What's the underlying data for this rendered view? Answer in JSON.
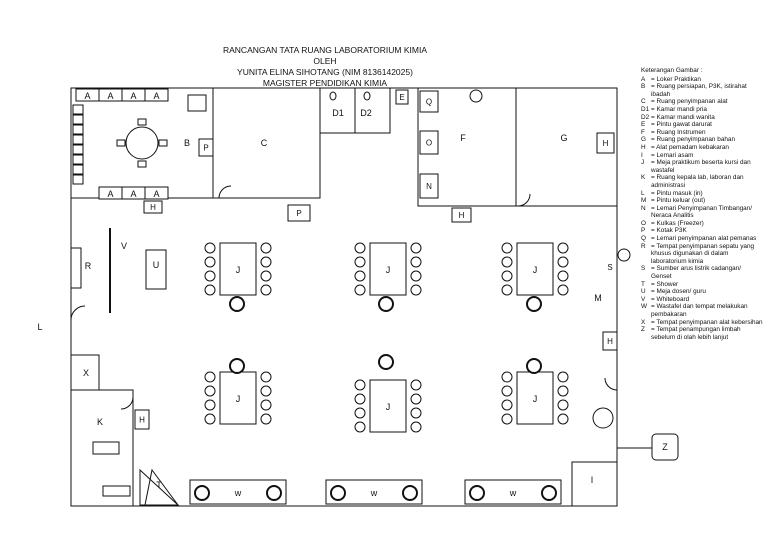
{
  "title": {
    "line1": "RANCANGAN TATA RUANG LABORATORIUM KIMIA",
    "line2": "OLEH",
    "line3": "YUNITA ELINA SIHOTANG (NIM 8136142025)",
    "line4": "MAGISTER PENDIDIKAN KIMIA"
  },
  "legend": {
    "heading": "Keterangan Gambar   :",
    "items": [
      {
        "key": "A",
        "text": "= Loker Praktikan"
      },
      {
        "key": "B",
        "text": "= Ruang persiapan, P3K, istirahat ibadah"
      },
      {
        "key": "C",
        "text": "= Ruang penyimpanan alat"
      },
      {
        "key": "D1",
        "text": "= Kamar mandi pria"
      },
      {
        "key": "D2",
        "text": "= Kamar mandi wanita"
      },
      {
        "key": "E",
        "text": "= Pintu gawat darurat"
      },
      {
        "key": "F",
        "text": "= Ruang Instrumen"
      },
      {
        "key": "G",
        "text": "= Ruang penyimpanan bahan"
      },
      {
        "key": "H",
        "text": "= Alat pemadam kebakaran"
      },
      {
        "key": "I",
        "text": "= Lemari asam"
      },
      {
        "key": "J",
        "text": "= Meja praktikum beserta kursi dan wastafel"
      },
      {
        "key": "K",
        "text": "= Ruang kepala lab, laboran dan administrasi"
      },
      {
        "key": "L",
        "text": "= Pintu masuk (in)"
      },
      {
        "key": "M",
        "text": "= Pintu keluar (out)"
      },
      {
        "key": "N",
        "text": "= Lemari Penyimpanan Timbangan/ Neraca     Analitis"
      },
      {
        "key": "O",
        "text": "= Kulkas (Freezer)"
      },
      {
        "key": "P",
        "text": "= Kotak P3K"
      },
      {
        "key": "Q",
        "text": "= Lemari penyimpanan alat pemanas"
      },
      {
        "key": "R",
        "text": "= Tempat penyimpanan sepatu yang khusus digunakan di dalam laboratorium kimia"
      },
      {
        "key": "S",
        "text": "= Sumber arus listrik cadangan/ Genset"
      },
      {
        "key": "T",
        "text": "= Shower"
      },
      {
        "key": "U",
        "text": "= Meja dosen/ guru"
      },
      {
        "key": "V",
        "text": "= Whiteboard"
      },
      {
        "key": "W",
        "text": "= Wastafel dan tempat melakukan pembakaran"
      },
      {
        "key": "X",
        "text": "= Tempat penyimpanan alat kebersihan"
      },
      {
        "key": "Z",
        "text": "= Tempat penampungan limbah sebelum di olah lebih lanjut"
      }
    ]
  },
  "labels": {
    "A": "A",
    "B": "B",
    "C": "C",
    "D1": "D1",
    "D2": "D2",
    "E": "E",
    "F": "F",
    "G": "G",
    "H": "H",
    "I": "I",
    "J": "J",
    "K": "K",
    "L": "L",
    "M": "M",
    "N": "N",
    "O": "O",
    "P": "P",
    "Q": "Q",
    "R": "R",
    "S": "S",
    "T": "T",
    "U": "U",
    "V": "V",
    "W": "w",
    "X": "X",
    "Z": "Z"
  }
}
